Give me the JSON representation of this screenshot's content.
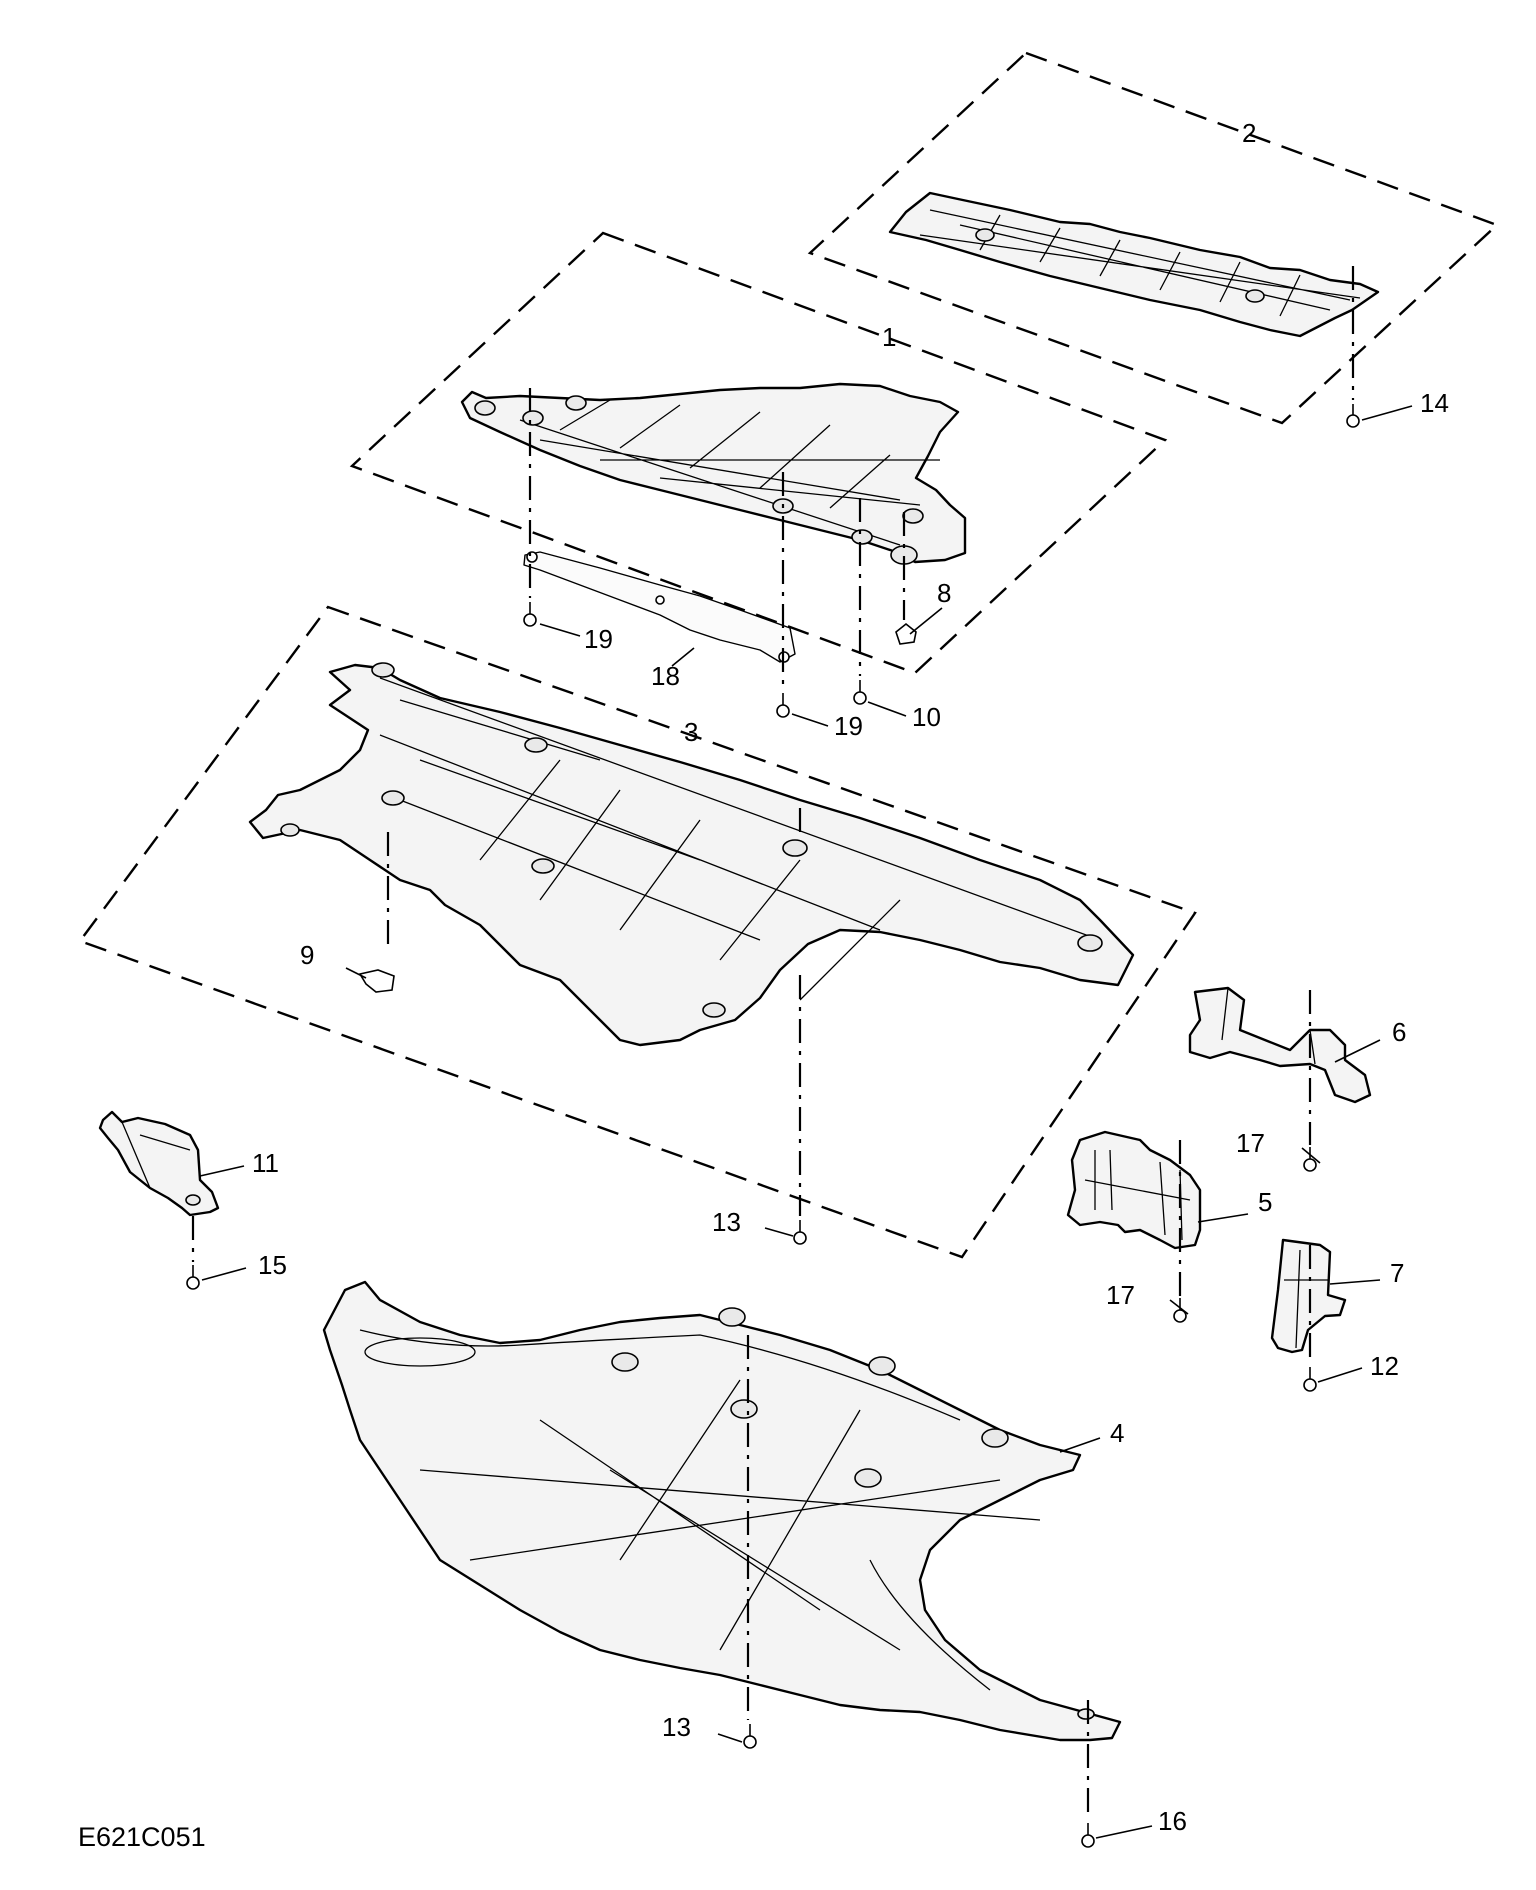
{
  "figure_code": "E621C051",
  "callouts": [
    "1",
    "2",
    "3",
    "4",
    "5",
    "6",
    "7",
    "8",
    "9",
    "10",
    "11",
    "12",
    "13",
    "14",
    "15",
    "16",
    "17",
    "18",
    "19"
  ],
  "duplicate_callouts": [
    "13",
    "17",
    "19"
  ]
}
